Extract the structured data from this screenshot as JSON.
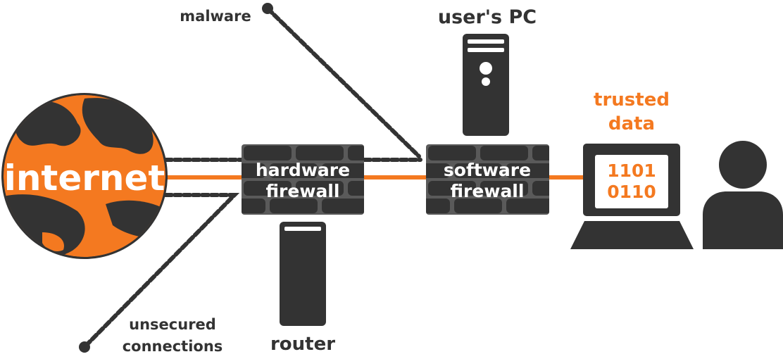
{
  "colors": {
    "dark": "#333333",
    "brick_gap": "#5a5a5a",
    "accent": "#f47920",
    "white": "#ffffff"
  },
  "labels": {
    "malware": "malware",
    "users_pc": "user's PC",
    "trusted_data": [
      "trusted",
      "data"
    ],
    "internet": "internet",
    "hardware_firewall": [
      "hardware",
      "firewall"
    ],
    "software_firewall": [
      "software",
      "firewall"
    ],
    "screen_data": [
      "1101",
      "0110"
    ],
    "router": "router",
    "unsecured_connections": [
      "unsecured",
      "connections"
    ]
  }
}
